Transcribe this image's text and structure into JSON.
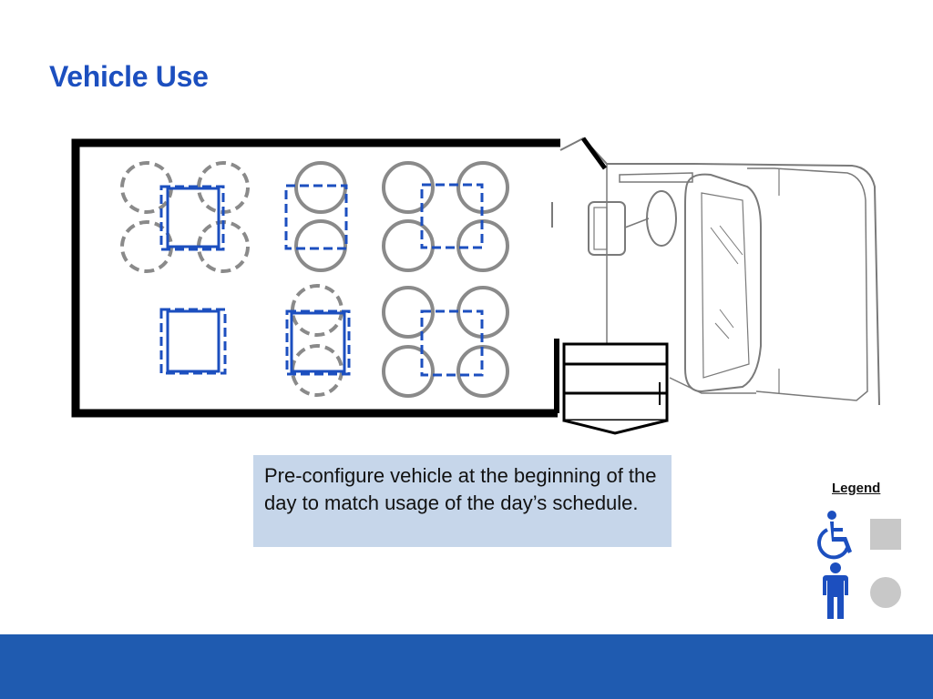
{
  "slide": {
    "title": "Vehicle Use",
    "note": "Pre-configure vehicle at the beginning of the day to match usage of the day’s schedule."
  },
  "legend": {
    "title": "Legend",
    "items": [
      {
        "icon": "wheelchair-icon",
        "marker": "gray-square"
      },
      {
        "icon": "person-icon",
        "marker": "gray-circle"
      }
    ]
  },
  "colors": {
    "title": "#1c4fbf",
    "note_bg": "#c6d6ea",
    "footer": "#1f5bb0",
    "wheelchair_spot": "#1c4fbf",
    "seat": "#8a8a8a",
    "legend_marker": "#c8c8c8"
  }
}
